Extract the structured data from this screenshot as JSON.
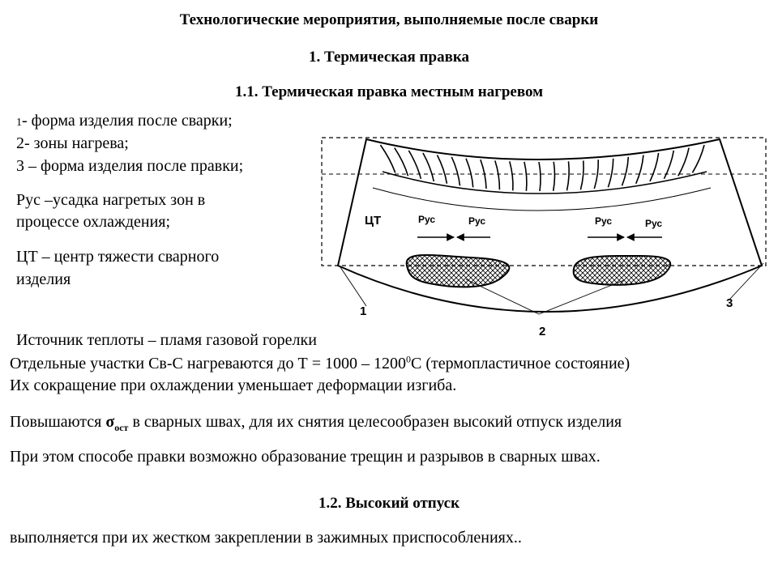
{
  "heading": {
    "title": "Технологические мероприятия, выполняемые после сварки",
    "section1": "1.   Термическая  правка",
    "section1_1": "1.1.  Термическая  правка местным нагревом"
  },
  "legend": {
    "item1_num": "1",
    "item1_text": "- форма изделия после сварки;",
    "item2": "2- зоны нагрева;",
    "item3": "3 – форма изделия после правки;",
    "pus_line1": "Рус –усадка нагретых  зон в",
    "pus_line2": "процессе охлаждения;",
    "ct_line1": "ЦТ – центр тяжести сварного",
    "ct_line2": "изделия"
  },
  "diagram": {
    "label_ct": "ЦТ",
    "label_pus": "Рус",
    "label_1": "1",
    "label_2": "2",
    "label_3": "3"
  },
  "body": {
    "heat_source": "Источник теплоты – пламя газовой горелки",
    "heated_prefix": "Отдельные участки Св-С нагреваются до Т = 1000 – 1200",
    "heated_sup": "0",
    "heated_suffix": "С (термопластичное состояние)",
    "contraction": "Их сокращение при охлаждении уменьшает деформации изгиба.",
    "raise_prefix": "Повышаются ",
    "raise_sigma": "σ",
    "raise_sub": "ост",
    "raise_suffix": "  в сварных швах,  для их снятия целесообразен высокий отпуск изделия",
    "cracks": "При этом способе правки возможно образование трещин и разрывов в сварных швах."
  },
  "section1_2": {
    "heading": "1.2. Высокий отпуск",
    "text": "выполняется при их жестком закреплении в зажимных приспособлениях.."
  }
}
